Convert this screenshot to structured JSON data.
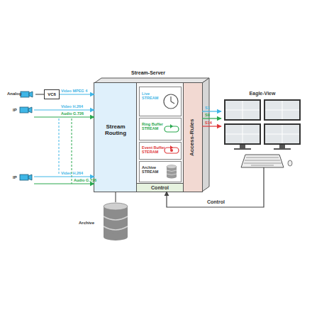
{
  "diagram": {
    "nodes": [
      {
        "text": [
          "Analog"
        ]
      },
      {
        "text": [
          "VC6"
        ]
      },
      {
        "text": [
          "IP"
        ]
      },
      {
        "text": [
          "IP"
        ]
      },
      {
        "text": [
          "Stream-Server"
        ]
      },
      {
        "text": [
          "Stream Routing"
        ],
        "in": 4
      },
      {
        "text": [
          "Live STREAM"
        ],
        "in": 4
      },
      {
        "text": [
          "Ring Buffer STREAM"
        ],
        "in": 4
      },
      {
        "text": [
          "Event Buffer STERAM"
        ],
        "in": 4
      },
      {
        "text": [
          "Archive STREAM"
        ],
        "in": 4
      },
      {
        "text": [
          "Control"
        ],
        "in": 4
      },
      {
        "text": [
          "Access-Rules"
        ],
        "in": 4
      },
      {
        "text": [
          "Archive"
        ]
      },
      {
        "text": [
          "Eagle-View"
        ]
      }
    ],
    "edges": [
      {
        "from": 0,
        "to": 1,
        "arrow": "none"
      },
      {
        "from": 1,
        "to": 5,
        "label": "Video MPEG 4",
        "arrow": "to"
      },
      {
        "from": 2,
        "to": 5,
        "label": "Video H.264",
        "arrow": "to"
      },
      {
        "from": 2,
        "to": 5,
        "label": "Audio G.726",
        "arrow": "to"
      },
      {
        "from": 3,
        "to": 5,
        "label": "Video H.264",
        "arrow": "to"
      },
      {
        "from": 3,
        "to": 5,
        "label": "Audio G.726",
        "arrow": "to"
      },
      {
        "from": 5,
        "to": 12,
        "arrow": "none"
      },
      {
        "from": 11,
        "to": 13,
        "label": "S1",
        "arrow": "to"
      },
      {
        "from": 11,
        "to": 13,
        "label": "S9",
        "arrow": "to"
      },
      {
        "from": 11,
        "to": 13,
        "label": "S14",
        "arrow": "to"
      },
      {
        "from": 13,
        "to": 10,
        "label": "Control",
        "arrow": "to"
      }
    ]
  }
}
